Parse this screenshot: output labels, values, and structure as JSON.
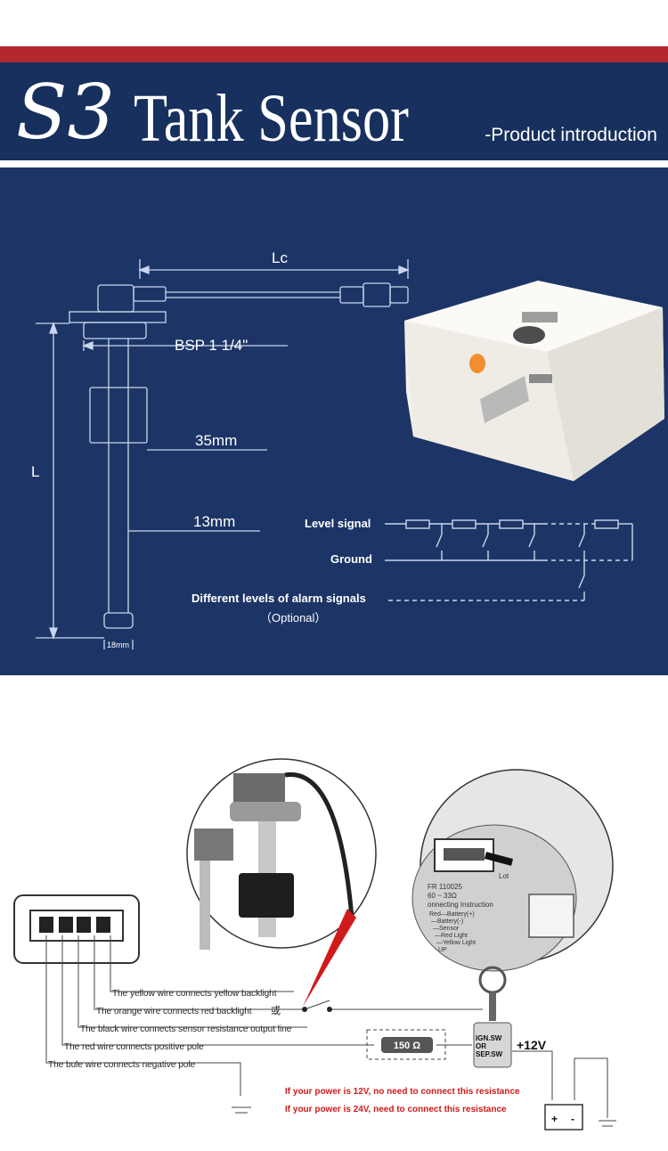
{
  "header": {
    "logo": "S3",
    "title": "Tank Sensor",
    "subtitle": "-Product introduction"
  },
  "dimensions": {
    "lc": "Lc",
    "bsp": "BSP 1 1/4\"",
    "d35": "35mm",
    "d13": "13mm",
    "length": "L",
    "d18": "18mm"
  },
  "signals": {
    "level": "Level signal",
    "ground": "Ground",
    "alarm": "Different levels of alarm signals",
    "optional": "（Optional）"
  },
  "wiring": {
    "yellow": "The yellow wire connects yellow backlight",
    "orange": "The orange wire connects red backlight",
    "or": "或",
    "black": "The black wire connects sensor resistance output line",
    "red": "The red wire connects positive pole",
    "blue": "The bule wire connects negative pole",
    "resistor": "150 Ω",
    "switch_lines": [
      "IGN.SW",
      "OR",
      "SEP.SW"
    ],
    "voltage": "+12V",
    "note_12v": "If your power is 12V, no need to connect this resistance",
    "note_24v": "If your power is 24V, need to connect this resistance",
    "battery_terminals": [
      "+",
      "-"
    ],
    "gauge_label_lines": [
      "FR 110025",
      "60 ~ 33Ω",
      "onnecting Instruction",
      "Red—Battery(+)",
      "—Battery(-)",
      "—Sensor",
      "—Red Light",
      "—Yellow Light",
      "UP"
    ],
    "gauge_lot": "Lot"
  }
}
